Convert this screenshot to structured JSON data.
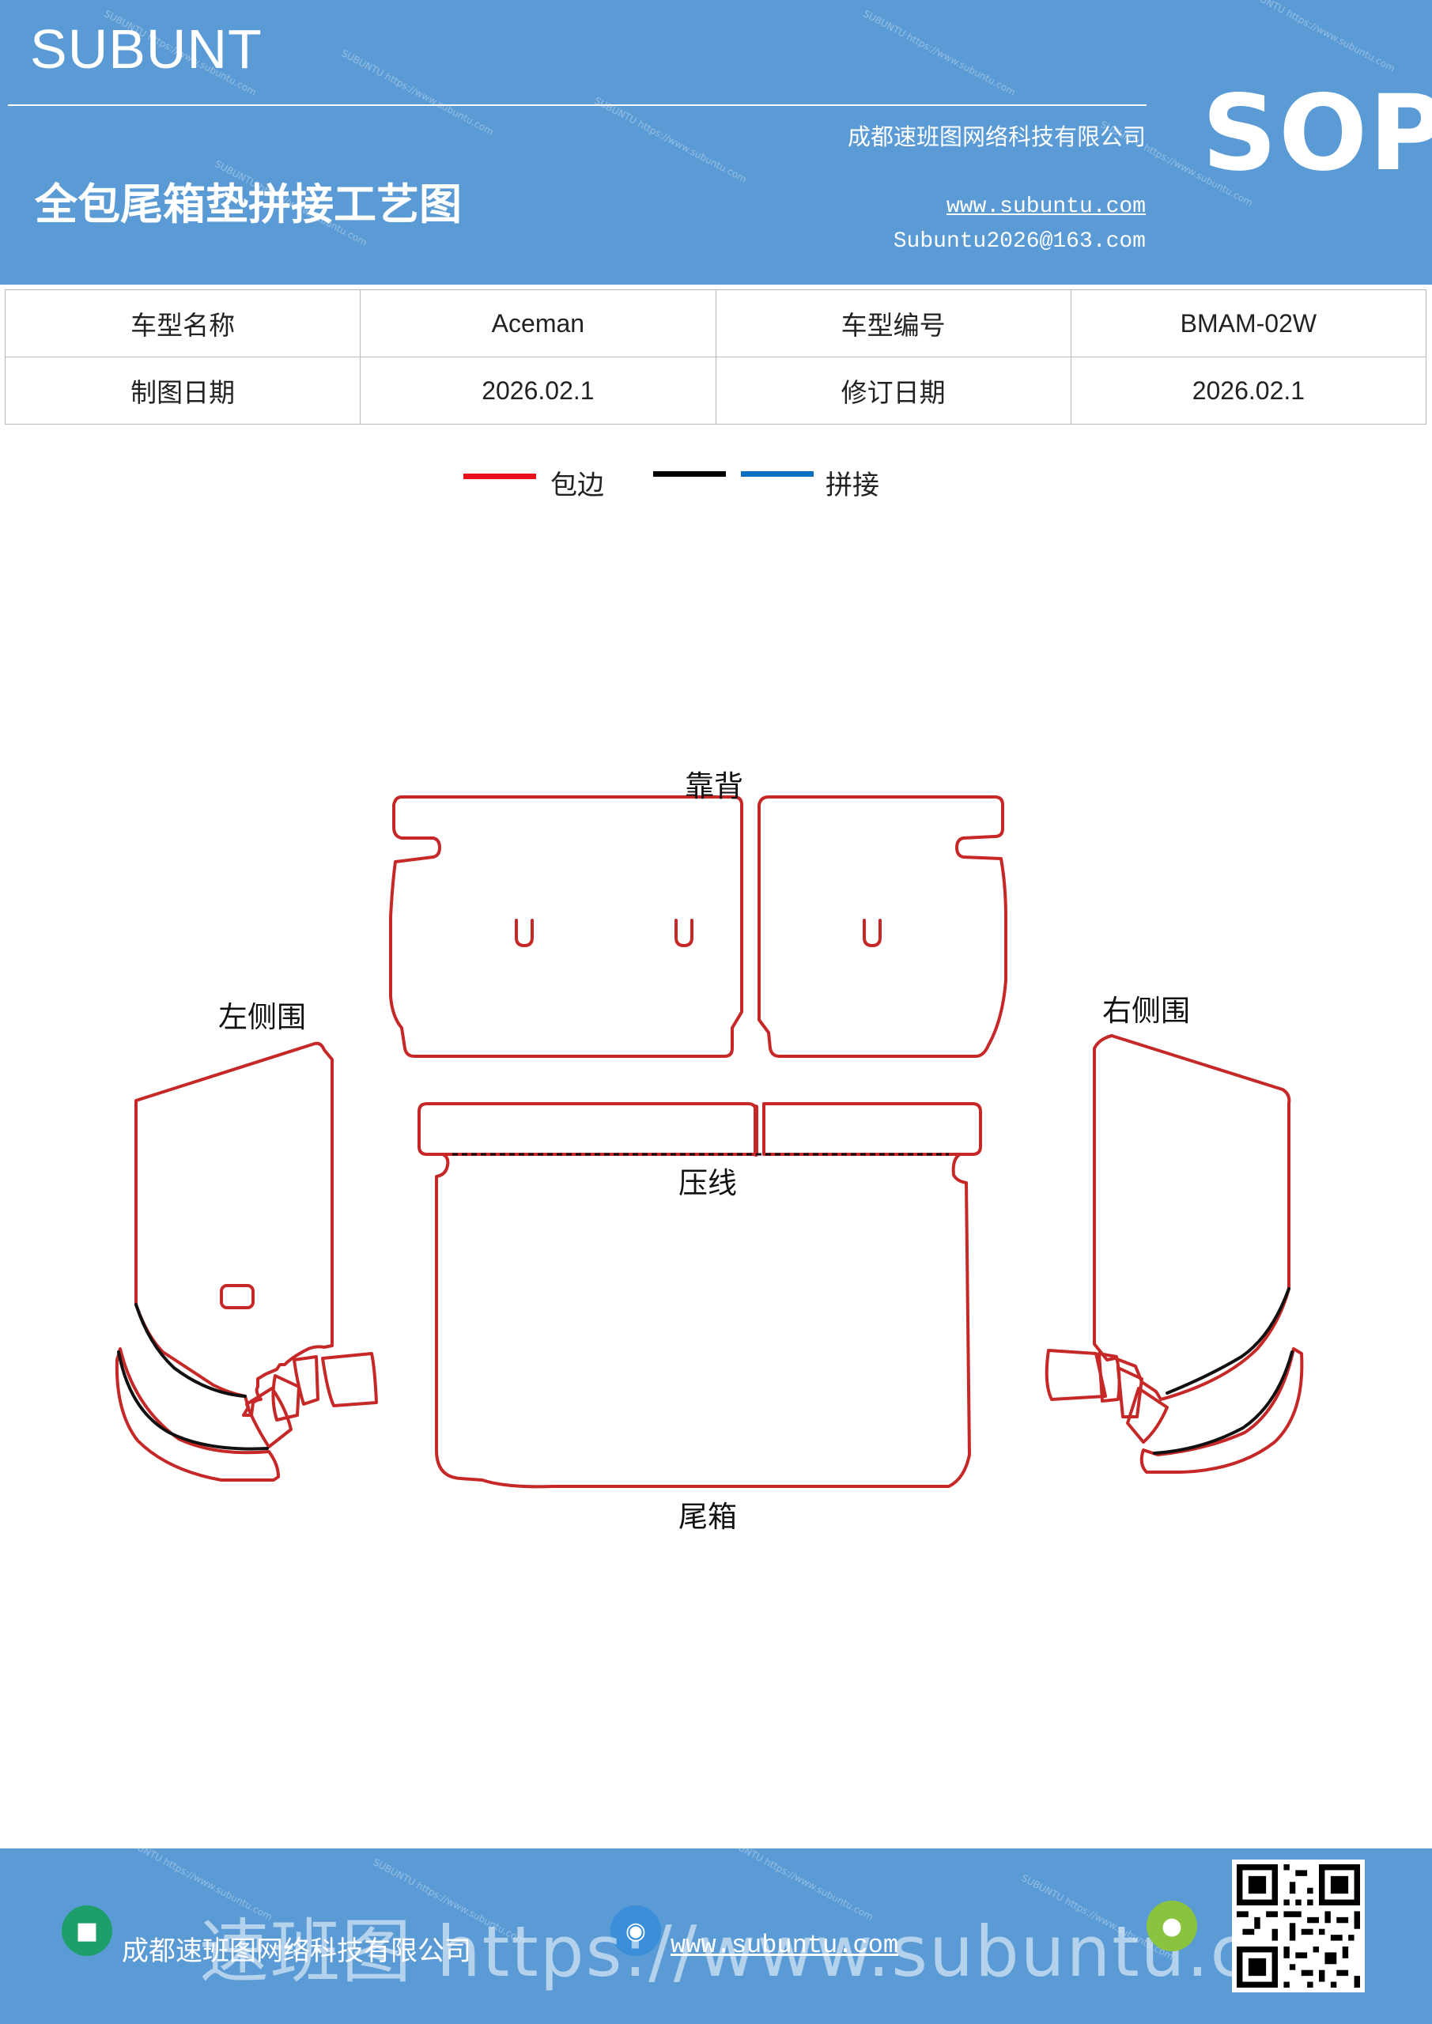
{
  "header": {
    "brand": "SUBUNT",
    "title": "全包尾箱垫拼接工艺图",
    "company": "成都速班图网络科技有限公司",
    "website": "www.subuntu.com",
    "email": "Subuntu2026@163.com",
    "badge": "SOP",
    "background_color": "#5b9bd5"
  },
  "info_table": {
    "rows": [
      [
        {
          "label": "车型名称",
          "value": "Aceman"
        },
        {
          "label": "车型编号",
          "value": "BMAM-02W"
        }
      ],
      [
        {
          "label": "制图日期",
          "value": "2026.02.1"
        },
        {
          "label": "修订日期",
          "value": "2026.02.1"
        }
      ]
    ]
  },
  "legend": [
    {
      "color": "#e8101a",
      "label": "包边"
    },
    {
      "color": "#000000",
      "label": ""
    },
    {
      "color": "#0b6fc2",
      "label": "拼接"
    }
  ],
  "diagram": {
    "outline_color": "#c62828",
    "parts": {
      "backrest": "靠背",
      "left_side": "左侧围",
      "right_side": "右侧围",
      "trunk": "尾箱",
      "press_line": "压线"
    }
  },
  "footer": {
    "company": "成都速班图网络科技有限公司",
    "website": "www.subuntu.com",
    "overlay_text": "速班图 https://www.subuntu.com",
    "icons": [
      "building-icon",
      "globe-icon",
      "wechat-icon",
      "qr-code-icon"
    ]
  }
}
